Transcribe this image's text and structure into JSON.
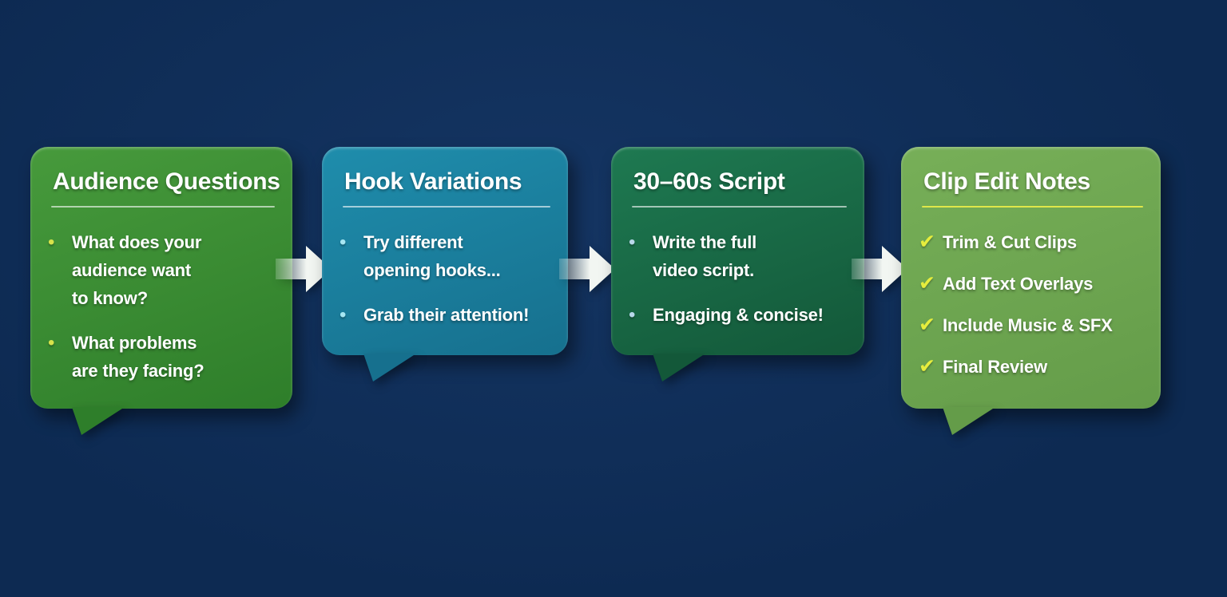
{
  "figure": {
    "type": "flow-diagram",
    "background_color": "#0d2a52",
    "arrow_color": "#f2f6f2"
  },
  "marker_glyphs": {
    "dot": "•",
    "check": "✔"
  },
  "cards": [
    {
      "title": "Audience Questions",
      "marker": "dot",
      "items": [
        {
          "lines": [
            "What does your",
            "audience want",
            "to know?"
          ]
        },
        {
          "lines": [
            "What problems",
            "are they facing?"
          ]
        }
      ],
      "colors": {
        "top": "#479a3c",
        "bottom": "#2e7e2a",
        "marker": "#d8e24b",
        "underline": "rgba(255,255,255,0.6)"
      }
    },
    {
      "title": "Hook Variations",
      "marker": "dot",
      "items": [
        {
          "lines": [
            "Try different",
            "opening hooks..."
          ]
        },
        {
          "lines": [
            "Grab their attention!"
          ]
        }
      ],
      "colors": {
        "top": "#1f8dac",
        "bottom": "#16708e",
        "marker": "#a7e6f2",
        "underline": "rgba(255,255,255,0.6)"
      }
    },
    {
      "title": "30–60s Script",
      "marker": "dot",
      "items": [
        {
          "lines": [
            "Write the full",
            "video script."
          ]
        },
        {
          "lines": [
            "Engaging & concise!"
          ]
        }
      ],
      "colors": {
        "top": "#1e7951",
        "bottom": "#135839",
        "marker": "#b9d8ea",
        "underline": "rgba(255,255,255,0.6)"
      }
    },
    {
      "title": "Clip Edit Notes",
      "marker": "check",
      "items": [
        {
          "lines": [
            "Trim & Cut Clips"
          ]
        },
        {
          "lines": [
            "Add Text Overlays"
          ]
        },
        {
          "lines": [
            "Include Music & SFX"
          ]
        },
        {
          "lines": [
            "Final Review"
          ]
        }
      ],
      "colors": {
        "top": "#77af58",
        "bottom": "#649c49",
        "marker": "#e6ed3d",
        "underline": "#dfe74a"
      }
    }
  ]
}
